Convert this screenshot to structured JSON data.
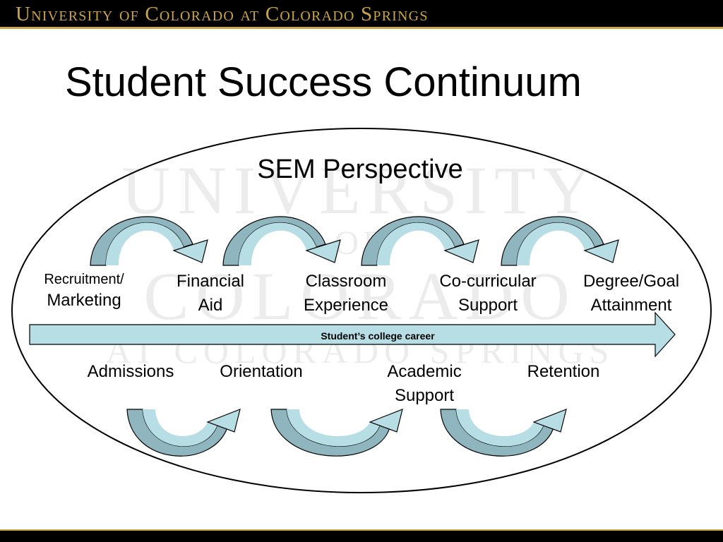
{
  "header": {
    "university": "University of Colorado at Colorado Springs"
  },
  "watermark": {
    "line1": "UNIVERSITY",
    "line2": "OF",
    "line3": "COLORADO",
    "line4": "AT COLORADO SPRINGS"
  },
  "slide": {
    "title": "Student Success Continuum",
    "perspective": "SEM Perspective",
    "timeline_label": "Student’s college career"
  },
  "top_stages": [
    {
      "line1": "Recruitment/",
      "line2": "Marketing"
    },
    {
      "line1": "Financial",
      "line2": "Aid"
    },
    {
      "line1": "Classroom",
      "line2": "Experience"
    },
    {
      "line1": "Co-curricular",
      "line2": "Support"
    },
    {
      "line1": "Degree/Goal",
      "line2": "Attainment"
    }
  ],
  "bottom_stages": [
    {
      "line1": "Admissions"
    },
    {
      "line1": "Orientation"
    },
    {
      "line1": "Academic",
      "line2": "Support"
    },
    {
      "line1": "Retention"
    }
  ],
  "colors": {
    "header_gold": "#c9a449",
    "arrow_fill": "#b7dee5",
    "arrow_shade": "#8fb6bf",
    "outline": "#000000"
  }
}
